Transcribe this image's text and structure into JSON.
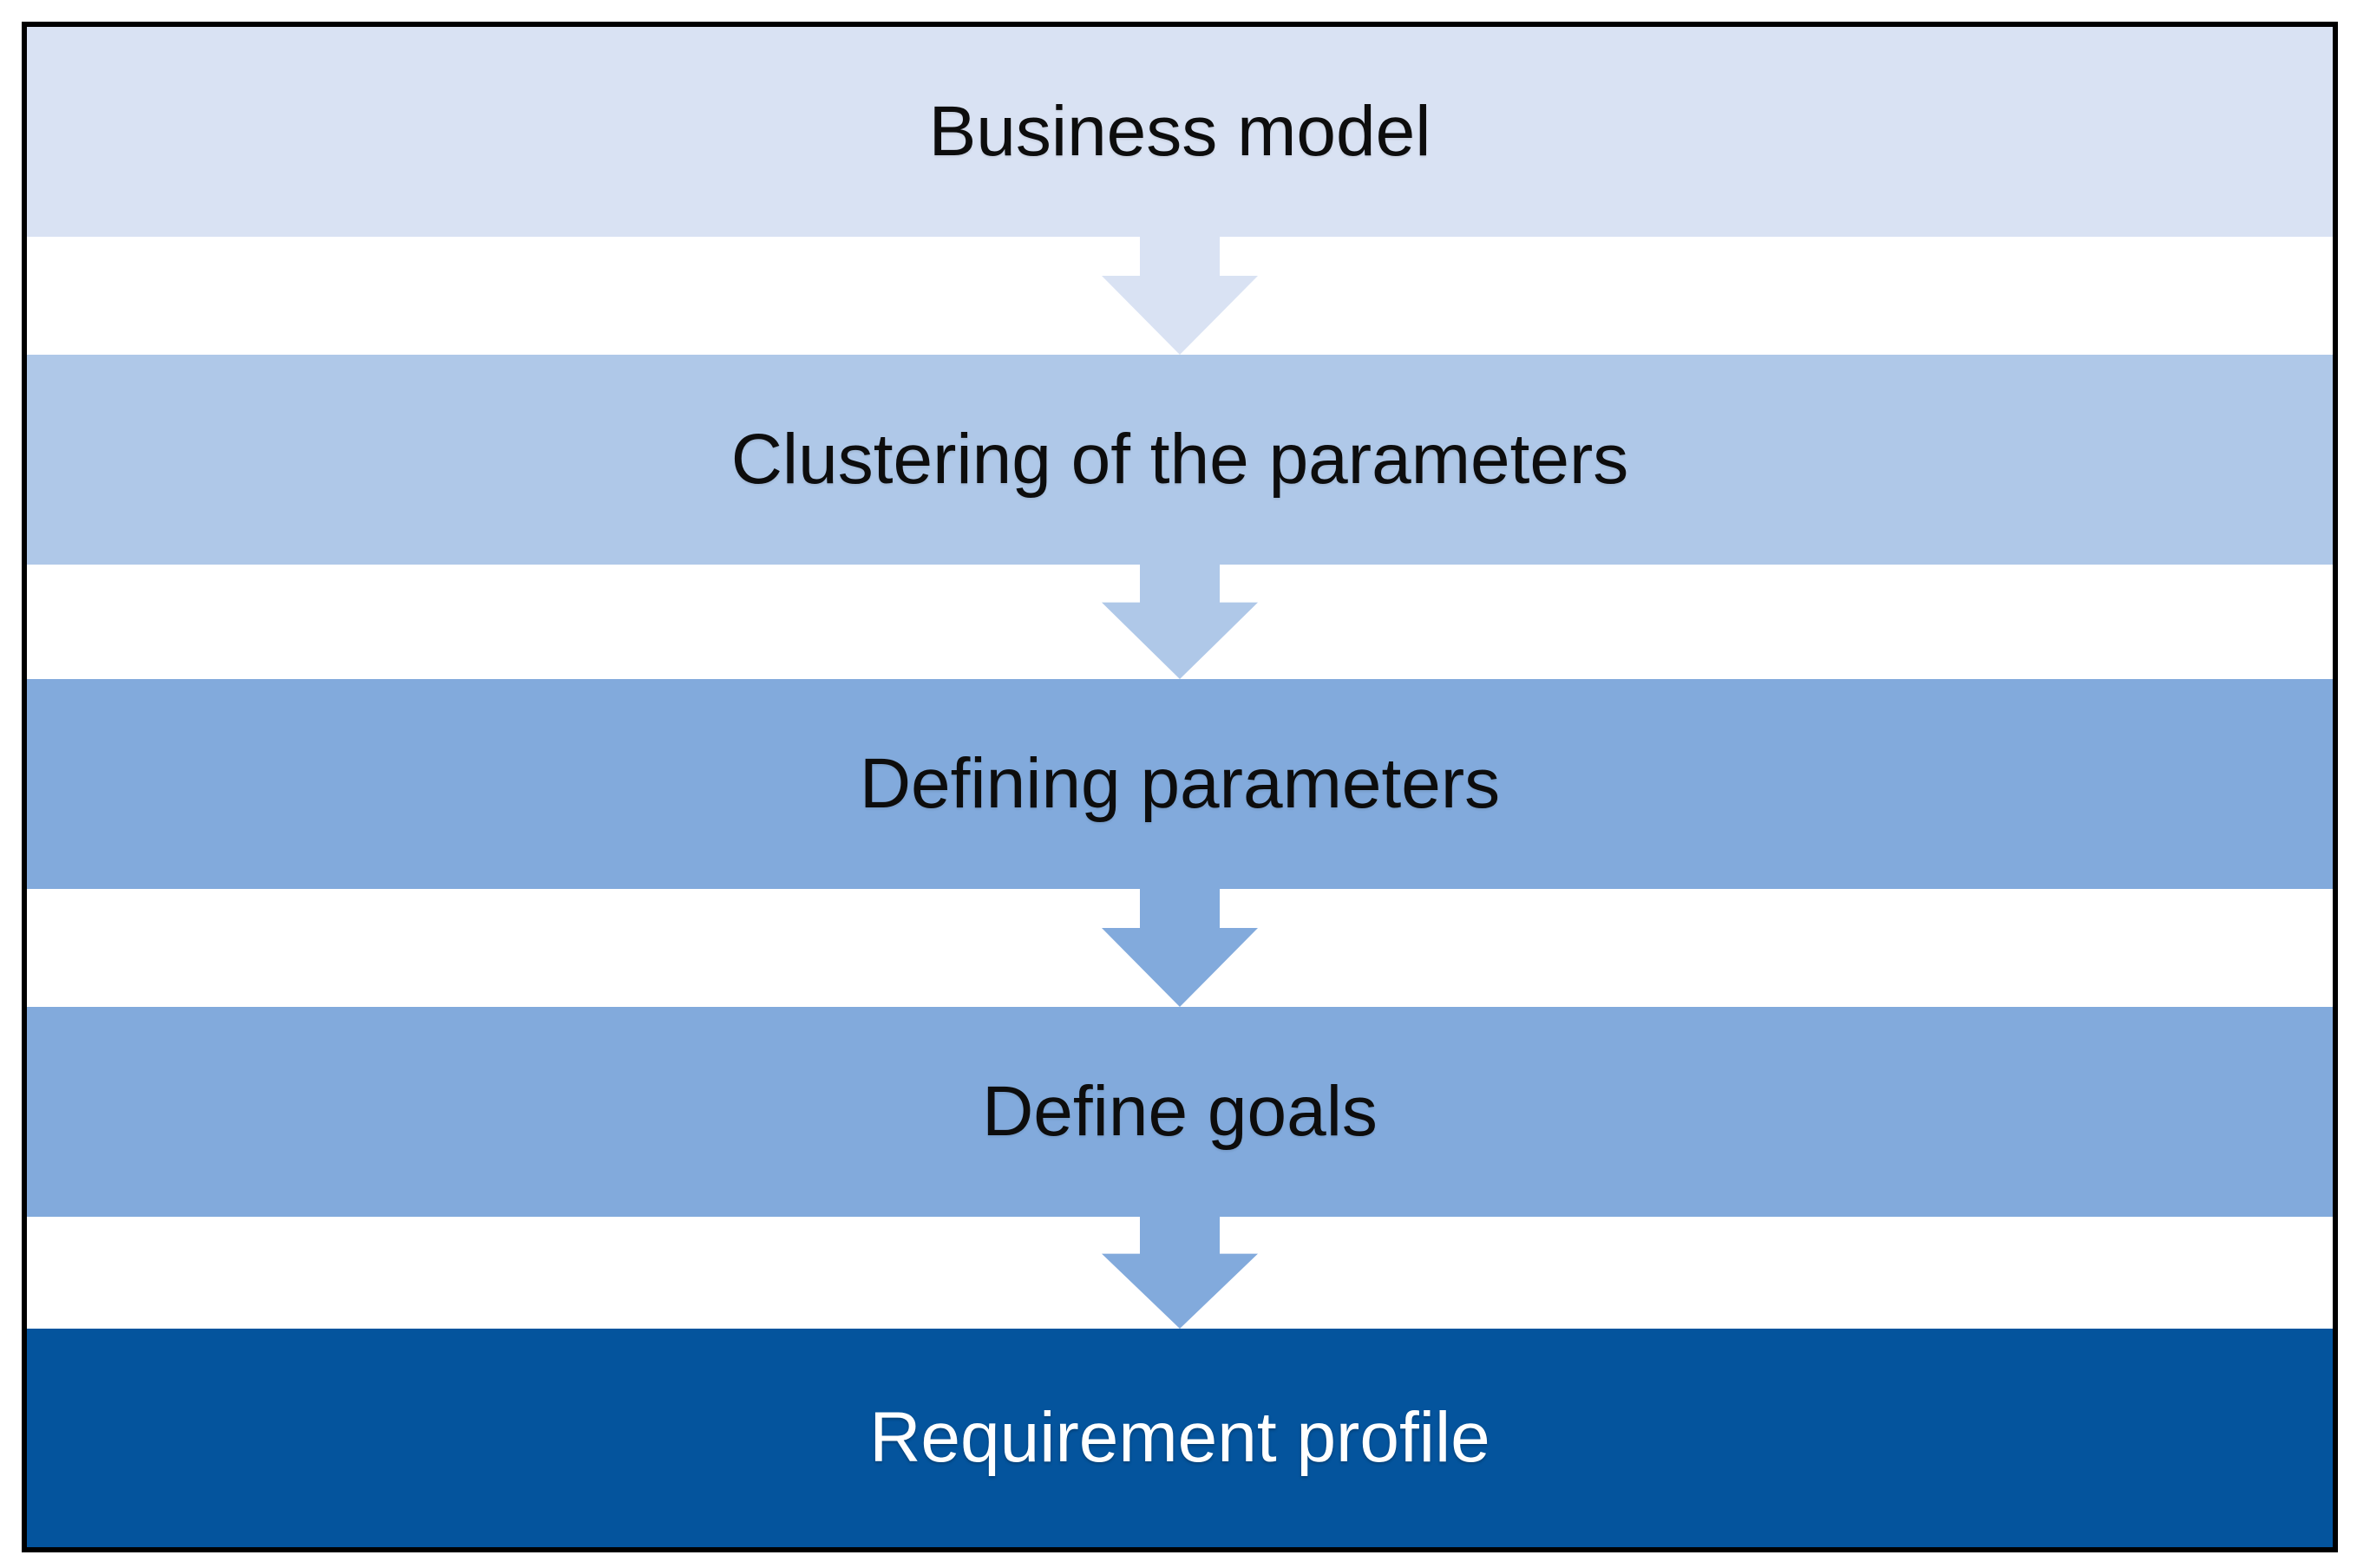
{
  "diagram": {
    "type": "process-flow",
    "direction": "top-down",
    "background": "#FFFFFF",
    "border_color": "#000000",
    "steps": [
      {
        "label": "Business model",
        "bg": "#D9E2F3",
        "text_color": "#0D0D0D"
      },
      {
        "label": "Clustering of the parameters",
        "bg": "#AFC8E8",
        "text_color": "#0D0D0D"
      },
      {
        "label": "Defining parameters",
        "bg": "#82AADC",
        "text_color": "#0D0D0D"
      },
      {
        "label": "Define goals",
        "bg": "#82AADC",
        "text_color": "#0D0D0D"
      },
      {
        "label": "Requirement profile",
        "bg": "#04549D",
        "text_color": "#FFFFFF"
      }
    ],
    "arrows": [
      {
        "color": "#D9E2F3"
      },
      {
        "color": "#AFC8E8"
      },
      {
        "color": "#82AADC"
      },
      {
        "color": "#82AADC"
      }
    ]
  }
}
